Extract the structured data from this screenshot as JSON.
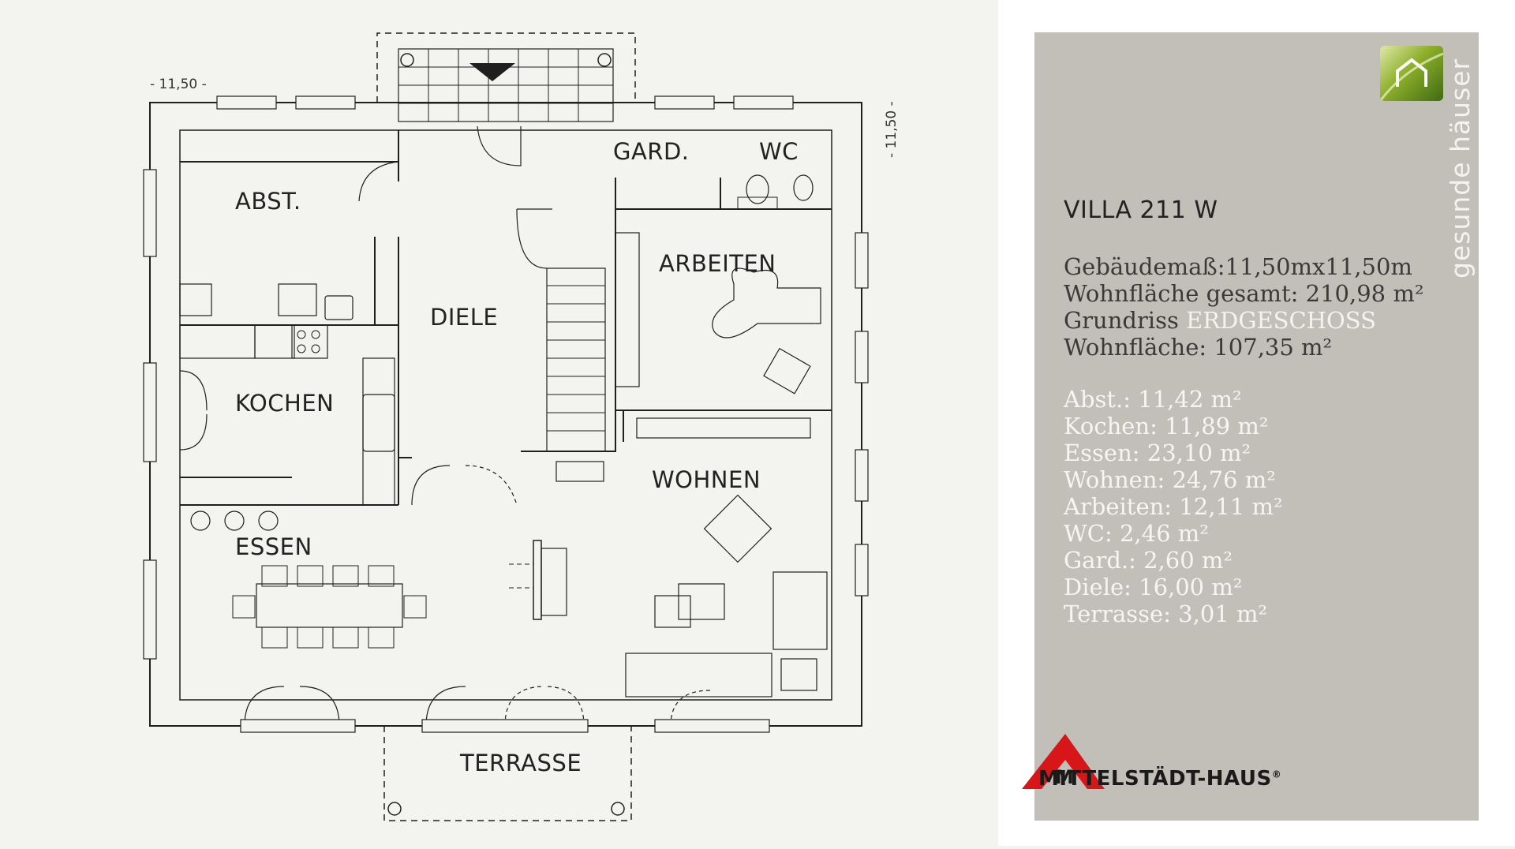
{
  "plan": {
    "rooms": {
      "abst": "ABST.",
      "gard": "GARD.",
      "wc": "WC",
      "arbeiten": "ARBEITEN",
      "diele": "DIELE",
      "kochen": "KOCHEN",
      "wohnen": "WOHNEN",
      "essen": "ESSEN",
      "terrasse": "TERRASSE"
    },
    "dimensions": {
      "width": "- 11,50 -",
      "height": "- 11,50 -"
    }
  },
  "panel": {
    "title": "VILLA 211 W",
    "specs": [
      {
        "label": "Gebäudemaß:",
        "value": "11,50mx11,50m"
      },
      {
        "label": "Wohnfläche gesamt:",
        "value": "210,98 m²"
      },
      {
        "label": "Grundriss",
        "value": "ERDGESCHOSS"
      },
      {
        "label": "Wohnfläche:",
        "value": "107,35 m²"
      }
    ],
    "areas": [
      "Abst.: 11,42 m²",
      "Kochen: 11,89 m²",
      "Essen: 23,10 m²",
      "Wohnen: 24,76 m²",
      "Arbeiten: 12,11 m²",
      "WC: 2,46 m²",
      "Gard.: 2,60 m²",
      "Diele: 16,00 m²",
      "Terrasse: 3,01 m²"
    ],
    "vertical_label": "gesunde häuser",
    "brand": "MITTELSTÄDT-HAUS",
    "brand_mark": "M",
    "registered": "®"
  },
  "colors": {
    "background": "#f3f3ef",
    "panel": "#c2bfb9",
    "wall": "#1f1f1f",
    "brand_red": "#d8161a",
    "highlight_text": "#f6f5f1"
  }
}
